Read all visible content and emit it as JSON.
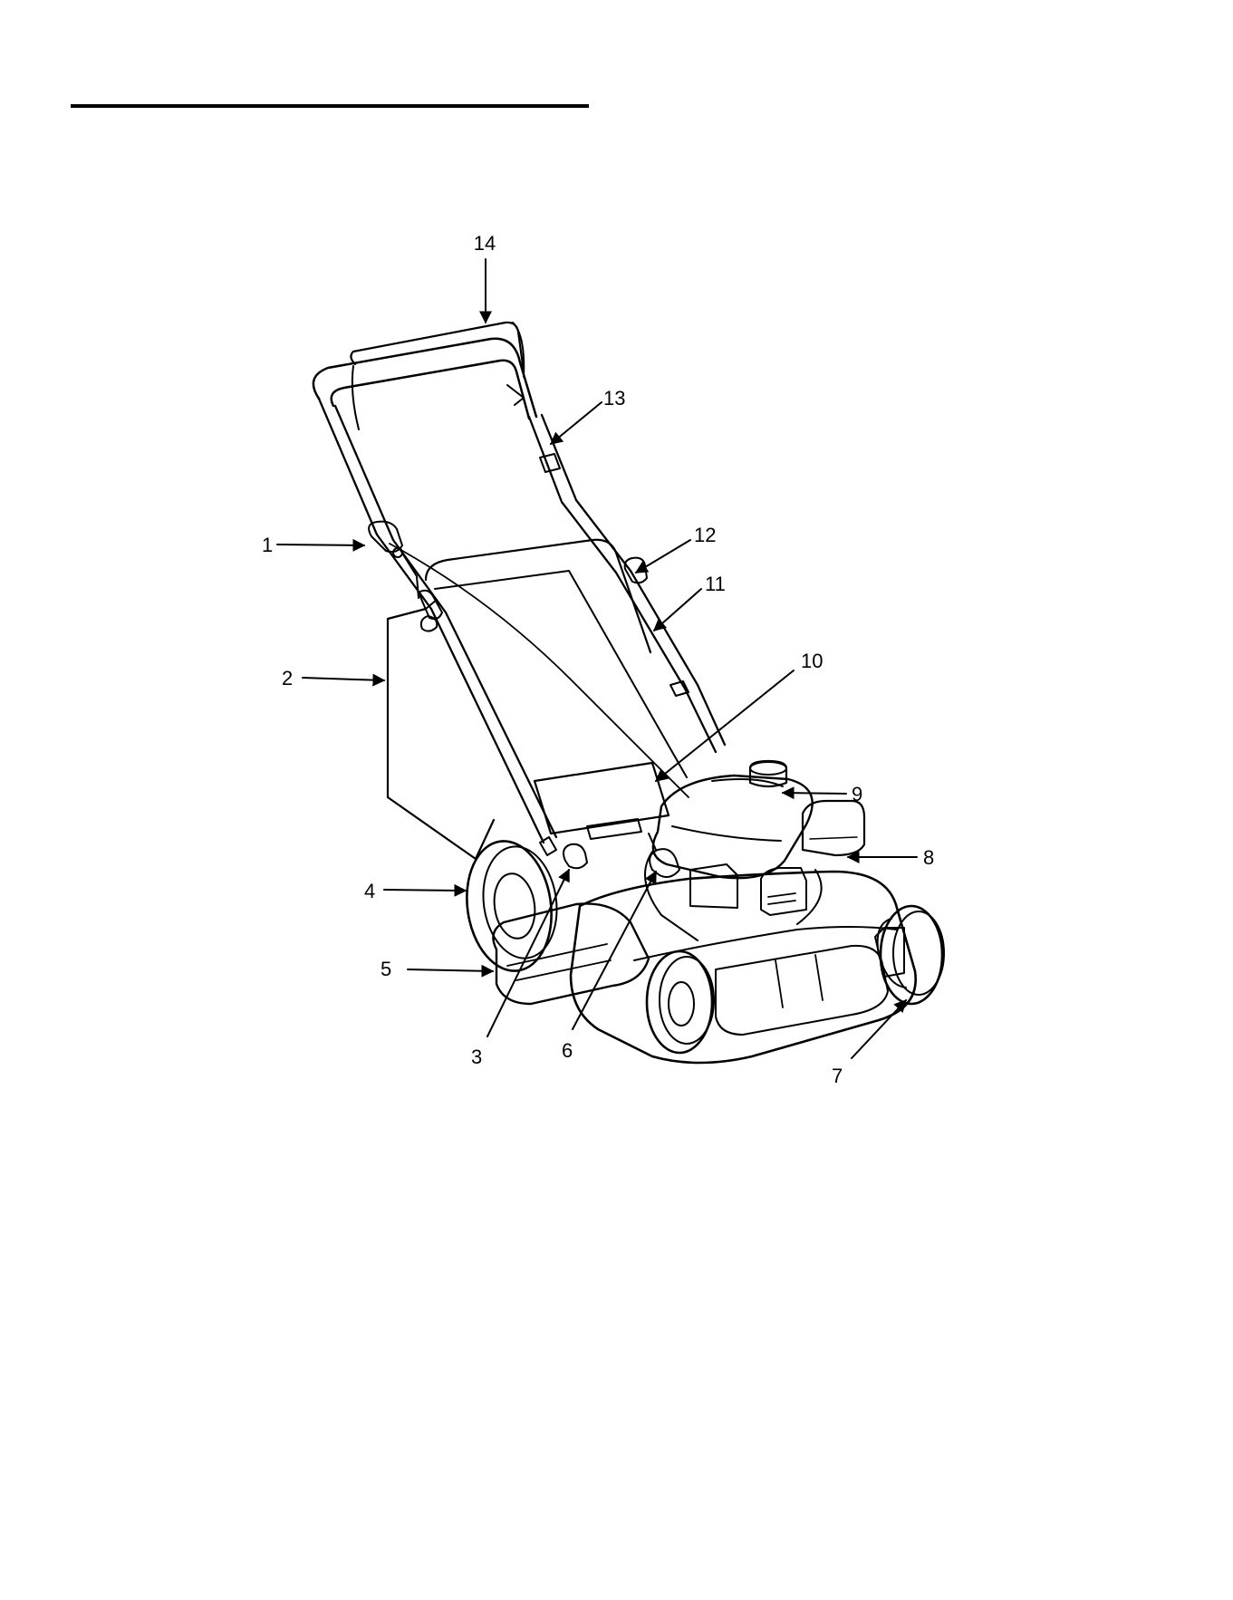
{
  "diagram": {
    "subject": "lawn mower",
    "callouts": [
      {
        "id": "1",
        "label": "1"
      },
      {
        "id": "2",
        "label": "2"
      },
      {
        "id": "3",
        "label": "3"
      },
      {
        "id": "4",
        "label": "4"
      },
      {
        "id": "5",
        "label": "5"
      },
      {
        "id": "6",
        "label": "6"
      },
      {
        "id": "7",
        "label": "7"
      },
      {
        "id": "8",
        "label": "8"
      },
      {
        "id": "9",
        "label": "9"
      },
      {
        "id": "10",
        "label": "10"
      },
      {
        "id": "11",
        "label": "11"
      },
      {
        "id": "12",
        "label": "12"
      },
      {
        "id": "13",
        "label": "13"
      },
      {
        "id": "14",
        "label": "14"
      }
    ]
  },
  "colors": {
    "ink": "#000000",
    "paper": "#ffffff"
  }
}
